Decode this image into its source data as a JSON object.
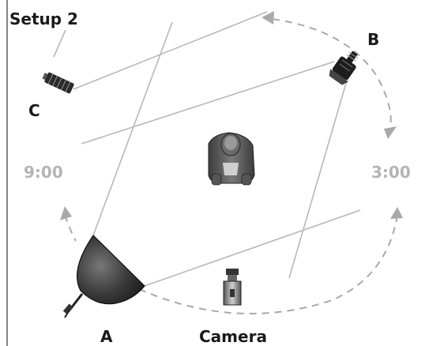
{
  "diagram": {
    "title": "Setup 2",
    "labels": {
      "light_a": "A",
      "light_b": "B",
      "light_c": "C",
      "camera": "Camera",
      "left_time": "9:00",
      "right_time": "3:00"
    }
  }
}
